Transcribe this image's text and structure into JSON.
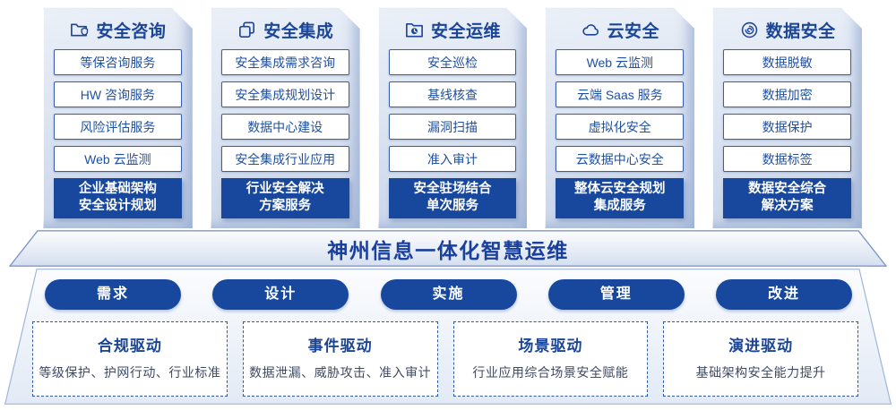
{
  "colors": {
    "primary_blue": "#17489d",
    "title_blue": "#1b4597",
    "item_border_blue": "#3a5fa8",
    "item_text_blue": "#20509f",
    "desc_gray": "#3e4a63"
  },
  "columns": [
    {
      "title": "安全咨询",
      "icon": "folder-shield-icon",
      "items": [
        "等保咨询服务",
        "HW 咨询服务",
        "风险评估服务",
        "Web 云监测"
      ],
      "highlight": {
        "line1": "企业基础架构",
        "line2": "安全设计规划"
      }
    },
    {
      "title": "安全集成",
      "icon": "documents-icon",
      "items": [
        "安全集成需求咨询",
        "安全集成规划设计",
        "数据中心建设",
        "安全集成行业应用"
      ],
      "highlight": {
        "line1": "行业安全解决",
        "line2": "方案服务"
      }
    },
    {
      "title": "安全运维",
      "icon": "folder-clock-icon",
      "items": [
        "安全巡检",
        "基线核查",
        "漏洞扫描",
        "准入审计"
      ],
      "highlight": {
        "line1": "安全驻场结合",
        "line2": "单次服务"
      }
    },
    {
      "title": "云安全",
      "icon": "cloud-icon",
      "items": [
        "Web 云监测",
        "云端 Saas 服务",
        "虚拟化安全",
        "云数据中心安全"
      ],
      "highlight": {
        "line1": "整体云安全规划",
        "line2": "集成服务"
      }
    },
    {
      "title": "数据安全",
      "icon": "fingerprint-icon",
      "items": [
        "数据脱敏",
        "数据加密",
        "数据保护",
        "数据标签"
      ],
      "highlight": {
        "line1": "数据安全综合",
        "line2": "解决方案"
      }
    }
  ],
  "banner": {
    "title": "神州信息一体化智慧运维"
  },
  "phases": [
    "需求",
    "设计",
    "实施",
    "管理",
    "改进"
  ],
  "drivers": [
    {
      "title": "合规驱动",
      "desc": "等级保护、护网行动、行业标准"
    },
    {
      "title": "事件驱动",
      "desc": "数据泄漏、威胁攻击、准入审计"
    },
    {
      "title": "场景驱动",
      "desc": "行业应用综合场景安全赋能"
    },
    {
      "title": "演进驱动",
      "desc": "基础架构安全能力提升"
    }
  ]
}
